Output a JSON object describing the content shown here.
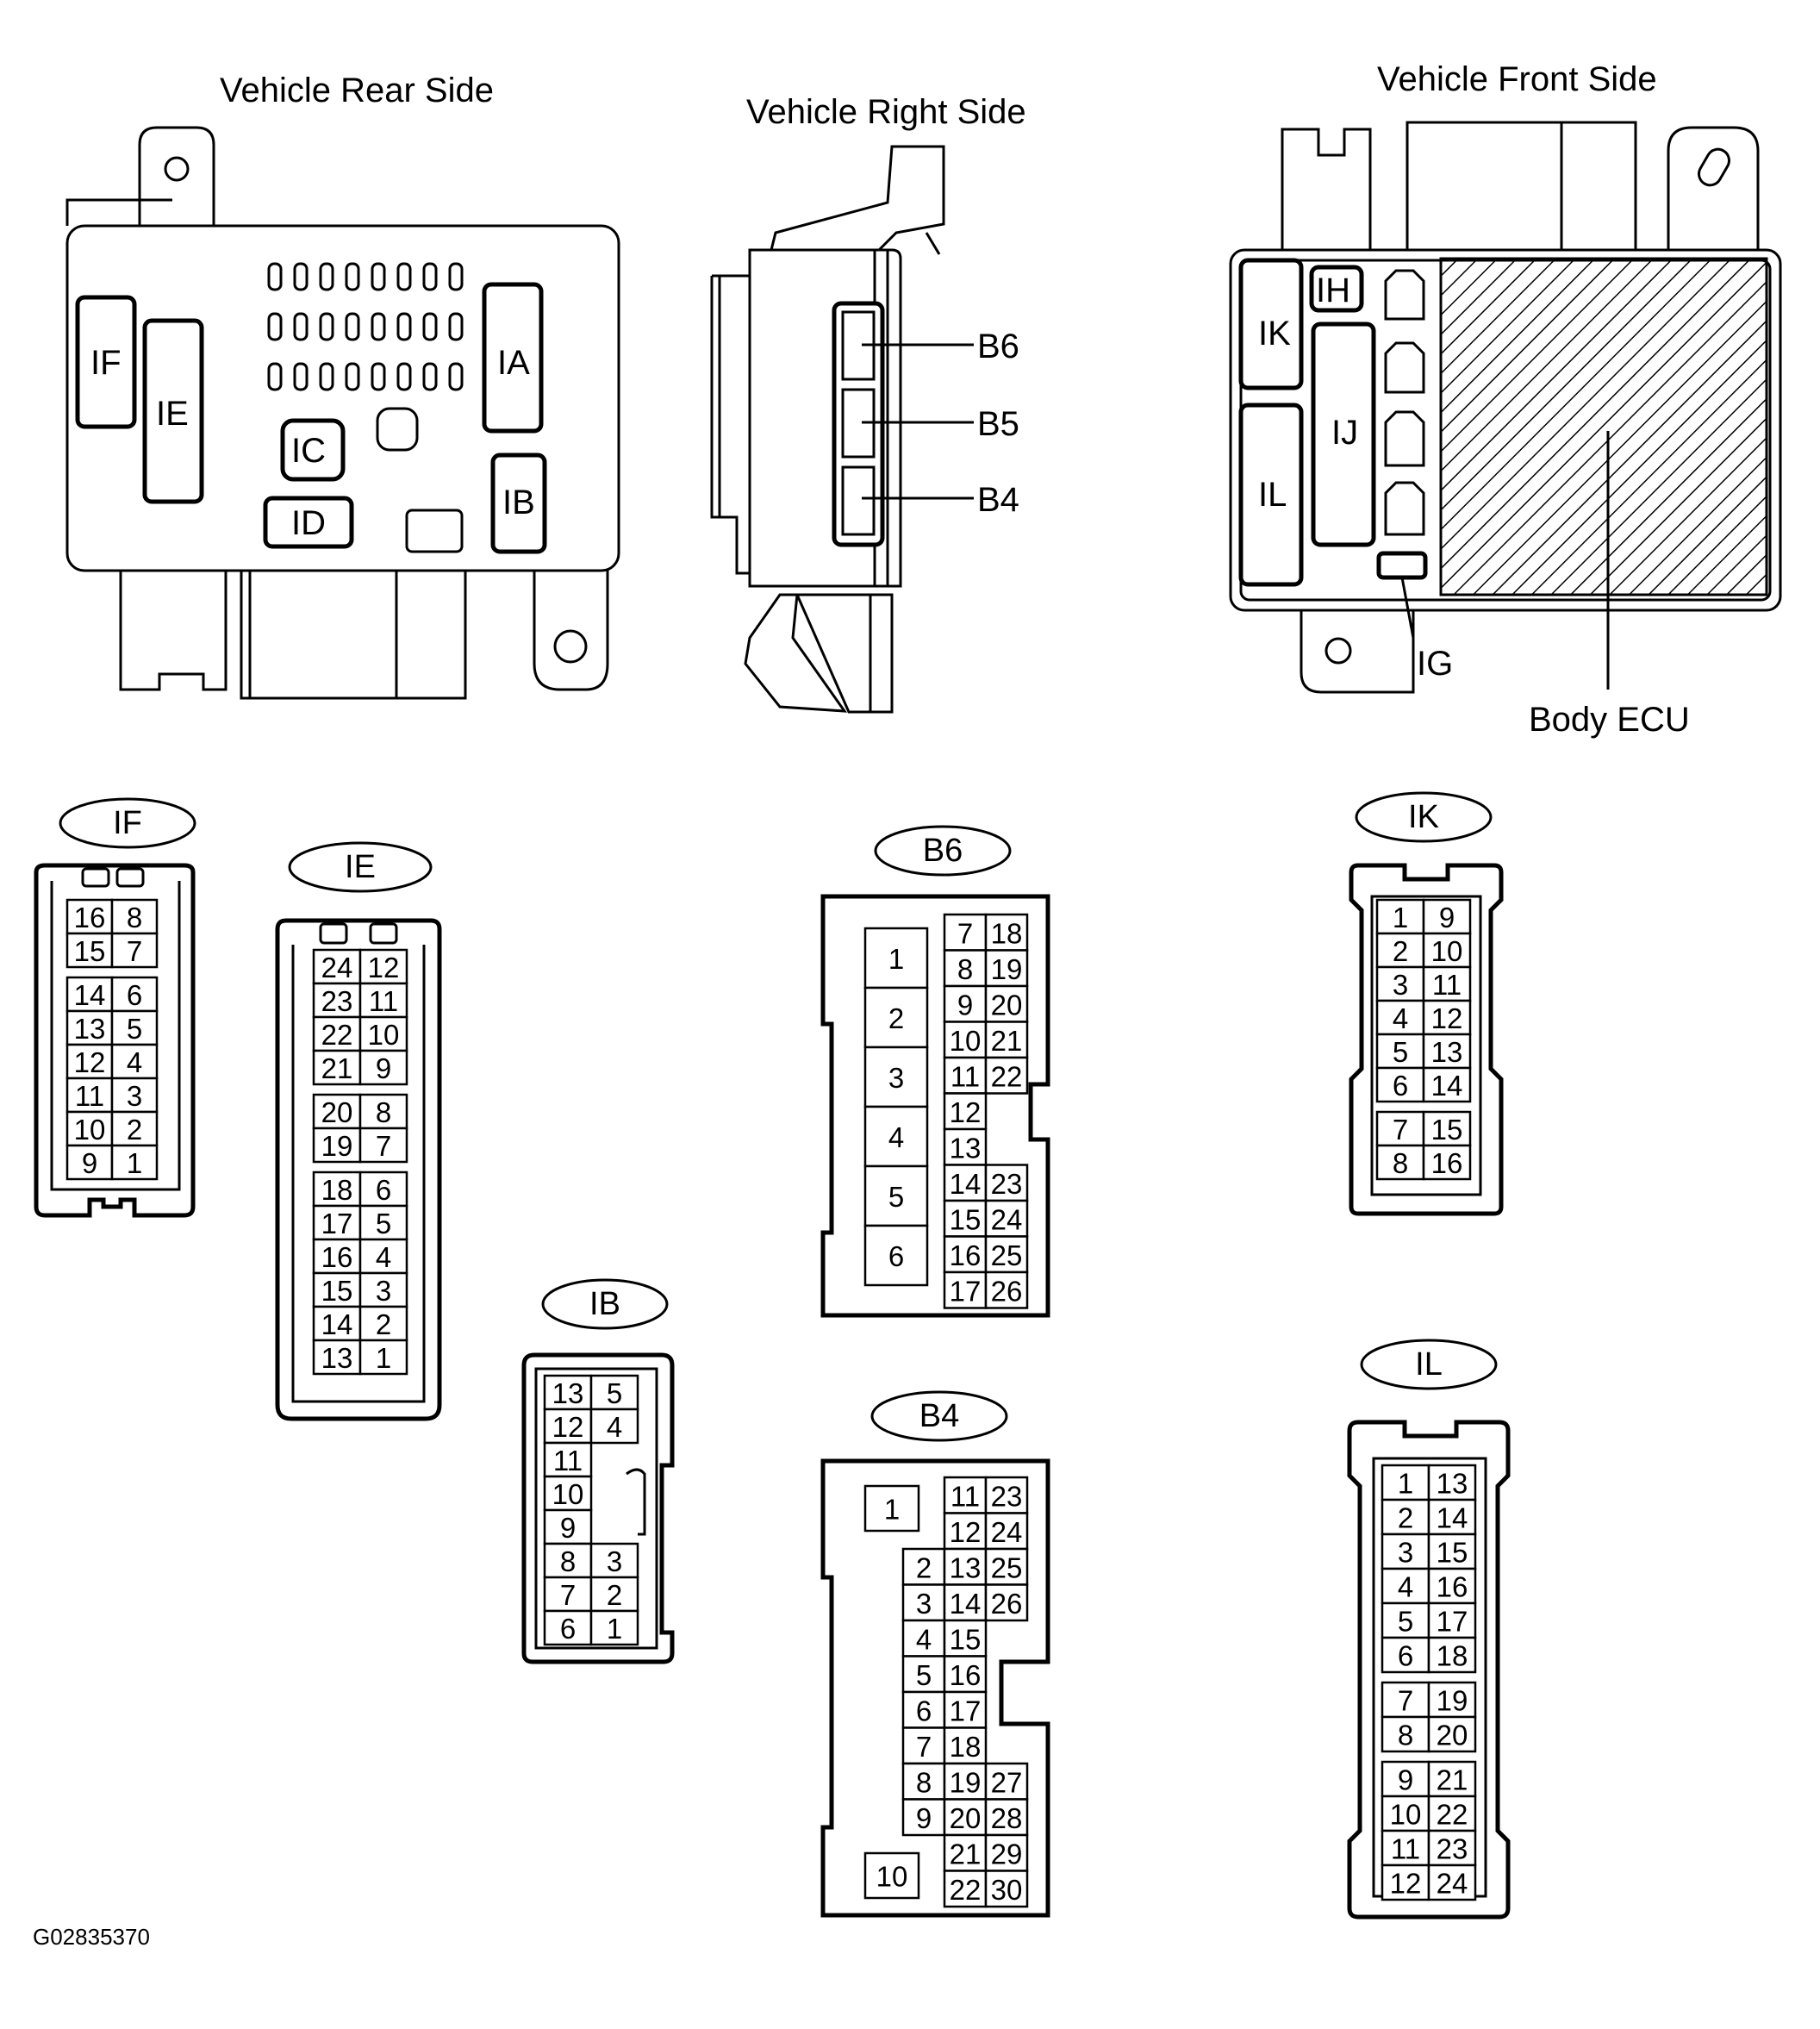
{
  "views": {
    "rear_title": "Vehicle Rear Side",
    "right_title": "Vehicle Right Side",
    "front_title": "Vehicle Front Side",
    "rear_labels": [
      "IF",
      "IE",
      "IA",
      "IC",
      "IB",
      "ID"
    ],
    "right_labels": [
      "B6",
      "B5",
      "B4"
    ],
    "front_labels": [
      "IK",
      "IH",
      "IJ",
      "IL",
      "IG"
    ],
    "ecu_label": "Body ECU"
  },
  "figure_id": "G02835370",
  "connectors": {
    "IF": {
      "name": "IF",
      "rows": [
        [
          "16",
          "8"
        ],
        [
          "15",
          "7"
        ],
        [
          "14",
          "6"
        ],
        [
          "13",
          "5"
        ],
        [
          "12",
          "4"
        ],
        [
          "11",
          "3"
        ],
        [
          "10",
          "2"
        ],
        [
          "9",
          "1"
        ]
      ]
    },
    "IE": {
      "name": "IE",
      "rows": [
        [
          "24",
          "12"
        ],
        [
          "23",
          "11"
        ],
        [
          "22",
          "10"
        ],
        [
          "21",
          "9"
        ],
        [
          "20",
          "8"
        ],
        [
          "19",
          "7"
        ],
        [
          "18",
          "6"
        ],
        [
          "17",
          "5"
        ],
        [
          "16",
          "4"
        ],
        [
          "15",
          "3"
        ],
        [
          "14",
          "2"
        ],
        [
          "13",
          "1"
        ]
      ]
    },
    "IB": {
      "name": "IB",
      "rows": [
        [
          "13",
          "5"
        ],
        [
          "12",
          "4"
        ],
        [
          "11",
          ""
        ],
        [
          "10",
          ""
        ],
        [
          "9",
          ""
        ],
        [
          "8",
          "3"
        ],
        [
          "7",
          "2"
        ],
        [
          "6",
          "1"
        ]
      ]
    },
    "B6": {
      "name": "B6",
      "left": [
        "1",
        "2",
        "3",
        "4",
        "5",
        "6"
      ],
      "rows": [
        [
          "7",
          "18"
        ],
        [
          "8",
          "19"
        ],
        [
          "9",
          "20"
        ],
        [
          "10",
          "21"
        ],
        [
          "11",
          "22"
        ],
        [
          "12",
          ""
        ],
        [
          "13",
          ""
        ],
        [
          "14",
          "23"
        ],
        [
          "15",
          "24"
        ],
        [
          "16",
          "25"
        ],
        [
          "17",
          "26"
        ]
      ]
    },
    "B4": {
      "name": "B4",
      "top": "1",
      "bottom": "10",
      "rows": [
        [
          "",
          "11",
          "23"
        ],
        [
          "",
          "12",
          "24"
        ],
        [
          "2",
          "13",
          "25"
        ],
        [
          "3",
          "14",
          "26"
        ],
        [
          "4",
          "15",
          ""
        ],
        [
          "5",
          "16",
          ""
        ],
        [
          "6",
          "17",
          ""
        ],
        [
          "7",
          "18",
          ""
        ],
        [
          "8",
          "19",
          "27"
        ],
        [
          "9",
          "20",
          "28"
        ],
        [
          "",
          "21",
          "29"
        ],
        [
          "",
          "22",
          "30"
        ]
      ]
    },
    "IK": {
      "name": "IK",
      "rows": [
        [
          "1",
          "9"
        ],
        [
          "2",
          "10"
        ],
        [
          "3",
          "11"
        ],
        [
          "4",
          "12"
        ],
        [
          "5",
          "13"
        ],
        [
          "6",
          "14"
        ],
        [
          "7",
          "15"
        ],
        [
          "8",
          "16"
        ]
      ]
    },
    "IL": {
      "name": "IL",
      "rows": [
        [
          "1",
          "13"
        ],
        [
          "2",
          "14"
        ],
        [
          "3",
          "15"
        ],
        [
          "4",
          "16"
        ],
        [
          "5",
          "17"
        ],
        [
          "6",
          "18"
        ],
        [
          "7",
          "19"
        ],
        [
          "8",
          "20"
        ],
        [
          "9",
          "21"
        ],
        [
          "10",
          "22"
        ],
        [
          "11",
          "23"
        ],
        [
          "12",
          "24"
        ]
      ]
    }
  }
}
